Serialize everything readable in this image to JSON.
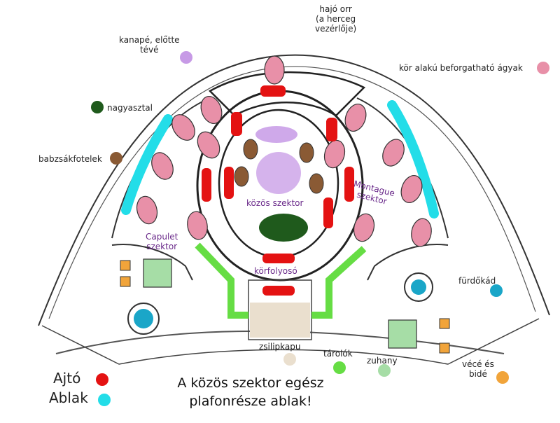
{
  "labels": {
    "hajo_orr": [
      "hajó orr",
      "(a herceg",
      "vezérlője)"
    ],
    "kanape": [
      "kanapé, előtte",
      "tévé"
    ],
    "agyak": "kör alakú beforgatható ágyak",
    "nagyasztal": "nagyasztal",
    "babzsak": "babzsákfotelek",
    "montague": [
      "Montague",
      "szektor"
    ],
    "kozos": "közös szektor",
    "capulet": [
      "Capulet",
      "szektor"
    ],
    "korfolyoso": "körfolyosó",
    "furdokad": "fürdőkád",
    "zsilipkapu": "zsilipkapu",
    "tarolok": "tárolók",
    "zuhany": "zuhany",
    "vece": [
      "vécé és",
      "bidé"
    ]
  },
  "legend": {
    "door": "Ajtó",
    "window": "Ablak"
  },
  "note": [
    "A közös szektor egész",
    "plafonrésze ablak!"
  ],
  "colors": {
    "door": "#e41212",
    "window": "#23dde8",
    "bed": "#e890a8",
    "couch": "#c79ae6",
    "table": "#1f5a1c",
    "beanbag": "#8a5a34",
    "bath": "#1aa6c8",
    "airlock": "#eadfce",
    "storage": "#66dd44",
    "shower": "#a6dda6",
    "toilet": "#f1a43a"
  }
}
